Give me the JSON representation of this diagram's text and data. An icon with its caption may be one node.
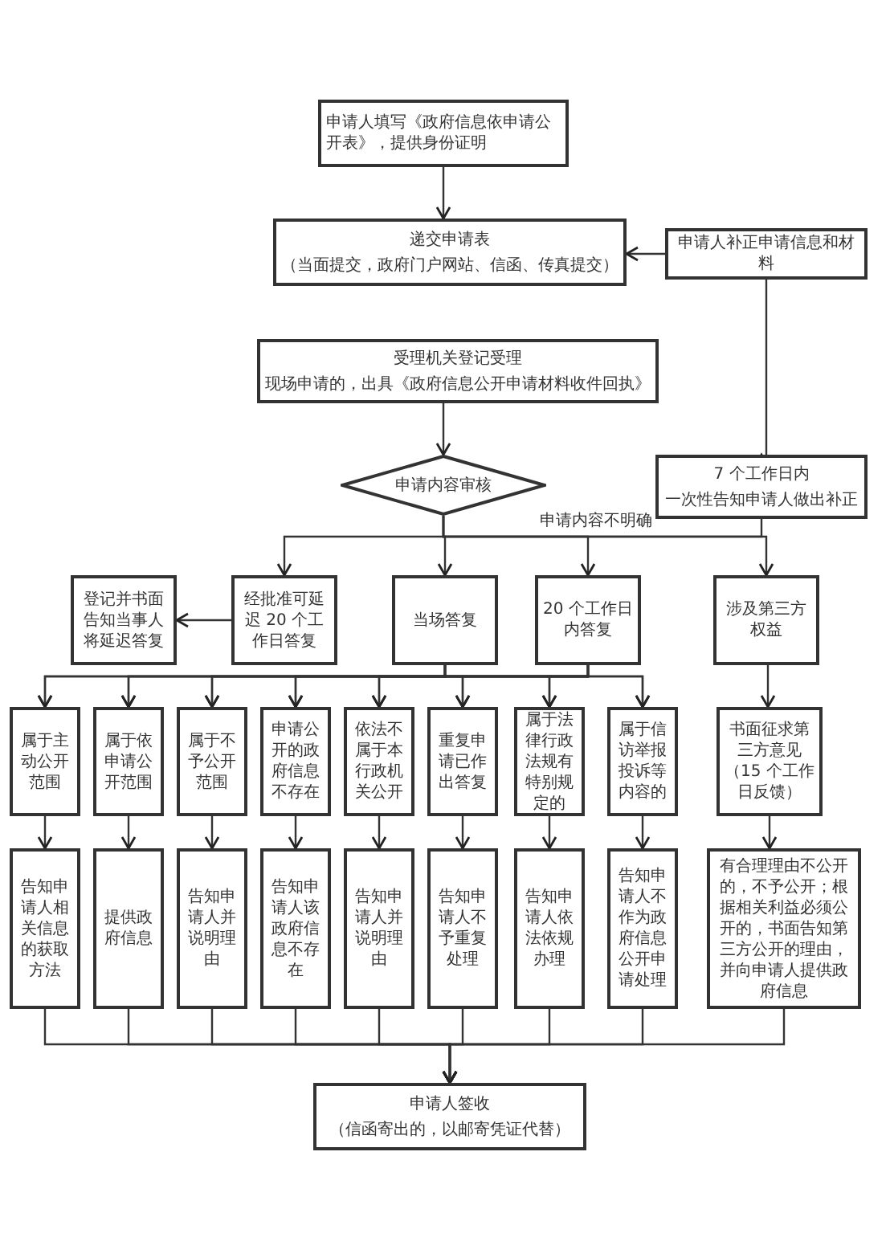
{
  "diagram": {
    "nodes": [
      {
        "text": [
          "申请人填写《政府信息依申请公开表》，提供身份证明"
        ]
      },
      {
        "text": [
          "递交申请表",
          "（当面提交，政府门户网站、信函、传真提交）"
        ]
      },
      {
        "text": [
          "申请人补正申请信息和材料"
        ]
      },
      {
        "text": [
          "受理机关登记受理",
          "现场申请的，出具《政府信息公开申请材料收件回执》"
        ]
      },
      {
        "text": [
          "申请内容审核"
        ]
      },
      {
        "text": [
          "7 个工作日内",
          "一次性告知申请人做出补正"
        ]
      },
      {
        "text": [
          "登记并书面告知当事人将延迟答复"
        ]
      },
      {
        "text": [
          "经批准可延迟 20 个工作日答复"
        ]
      },
      {
        "text": [
          "当场答复"
        ]
      },
      {
        "text": [
          "20 个工作日内答复"
        ]
      },
      {
        "text": [
          "涉及第三方权益"
        ]
      },
      {
        "text": [
          "属于主动公开范围"
        ]
      },
      {
        "text": [
          "属于依申请公开范围"
        ]
      },
      {
        "text": [
          "属于不予公开范围"
        ]
      },
      {
        "text": [
          "申请公开的政府信息不存在"
        ]
      },
      {
        "text": [
          "依法不属于本行政机关公开"
        ]
      },
      {
        "text": [
          "重复申请已作出答复"
        ]
      },
      {
        "text": [
          "属于法律行政法规有特别规定的"
        ]
      },
      {
        "text": [
          "属于信访举报投诉等内容的"
        ]
      },
      {
        "text": [
          "书面征求第三方意见（15 个工作日反馈）"
        ]
      },
      {
        "text": [
          "告知申请人相关信息的获取方法"
        ]
      },
      {
        "text": [
          "提供政府信息"
        ]
      },
      {
        "text": [
          "告知申请人并说明理由"
        ]
      },
      {
        "text": [
          "告知申请人该政府信息不存在"
        ]
      },
      {
        "text": [
          "告知申请人并说明理由"
        ]
      },
      {
        "text": [
          "告知申请人不予重复处理"
        ]
      },
      {
        "text": [
          "告知申请人依法依规办理"
        ]
      },
      {
        "text": [
          "告知申请人不作为政府信息公开申请处理"
        ]
      },
      {
        "text": [
          "有合理理由不公开的，不予公开；根据相关利益必须公开的，书面告知第三方公开的理由，并向申请人提供政府信息"
        ]
      },
      {
        "text": [
          "申请人签收",
          "（信函寄出的，以邮寄凭证代替）"
        ]
      }
    ],
    "edges": [
      {
        "from": 0,
        "to": 1,
        "arrow": "to"
      },
      {
        "from": 2,
        "to": 1,
        "arrow": "to"
      },
      {
        "from": 3,
        "to": 4,
        "arrow": "to"
      },
      {
        "from": 4,
        "to": 5,
        "arrow": "to",
        "label": "申请内容不明确"
      },
      {
        "from": 5,
        "to": 2,
        "arrow": "none"
      },
      {
        "from": 4,
        "to": 7,
        "arrow": "to"
      },
      {
        "from": 4,
        "to": 8,
        "arrow": "to"
      },
      {
        "from": 4,
        "to": 9,
        "arrow": "to"
      },
      {
        "from": 4,
        "to": 10,
        "arrow": "to"
      },
      {
        "from": 7,
        "to": 6,
        "arrow": "to"
      },
      {
        "from": 8,
        "to": 11,
        "arrow": "to"
      },
      {
        "from": 8,
        "to": 12,
        "arrow": "to"
      },
      {
        "from": 8,
        "to": 13,
        "arrow": "to"
      },
      {
        "from": 8,
        "to": 14,
        "arrow": "to"
      },
      {
        "from": 8,
        "to": 15,
        "arrow": "to"
      },
      {
        "from": 8,
        "to": 16,
        "arrow": "to"
      },
      {
        "from": 8,
        "to": 17,
        "arrow": "to"
      },
      {
        "from": 8,
        "to": 18,
        "arrow": "to"
      },
      {
        "from": 9,
        "to": 11,
        "arrow": "to"
      },
      {
        "from": 9,
        "to": 12,
        "arrow": "to"
      },
      {
        "from": 9,
        "to": 13,
        "arrow": "to"
      },
      {
        "from": 9,
        "to": 14,
        "arrow": "to"
      },
      {
        "from": 9,
        "to": 15,
        "arrow": "to"
      },
      {
        "from": 9,
        "to": 16,
        "arrow": "to"
      },
      {
        "from": 9,
        "to": 17,
        "arrow": "to"
      },
      {
        "from": 9,
        "to": 18,
        "arrow": "to"
      },
      {
        "from": 10,
        "to": 19,
        "arrow": "to"
      },
      {
        "from": 11,
        "to": 20,
        "arrow": "to"
      },
      {
        "from": 12,
        "to": 21,
        "arrow": "to"
      },
      {
        "from": 13,
        "to": 22,
        "arrow": "to"
      },
      {
        "from": 14,
        "to": 23,
        "arrow": "to"
      },
      {
        "from": 15,
        "to": 24,
        "arrow": "to"
      },
      {
        "from": 16,
        "to": 25,
        "arrow": "to"
      },
      {
        "from": 17,
        "to": 26,
        "arrow": "to"
      },
      {
        "from": 18,
        "to": 27,
        "arrow": "to"
      },
      {
        "from": 19,
        "to": 28,
        "arrow": "to"
      },
      {
        "from": 20,
        "to": 29,
        "arrow": "to"
      },
      {
        "from": 21,
        "to": 29,
        "arrow": "to"
      },
      {
        "from": 22,
        "to": 29,
        "arrow": "to"
      },
      {
        "from": 23,
        "to": 29,
        "arrow": "to"
      },
      {
        "from": 24,
        "to": 29,
        "arrow": "to"
      },
      {
        "from": 25,
        "to": 29,
        "arrow": "to"
      },
      {
        "from": 26,
        "to": 29,
        "arrow": "to"
      },
      {
        "from": 27,
        "to": 29,
        "arrow": "to"
      },
      {
        "from": 28,
        "to": 29,
        "arrow": "to"
      }
    ]
  }
}
